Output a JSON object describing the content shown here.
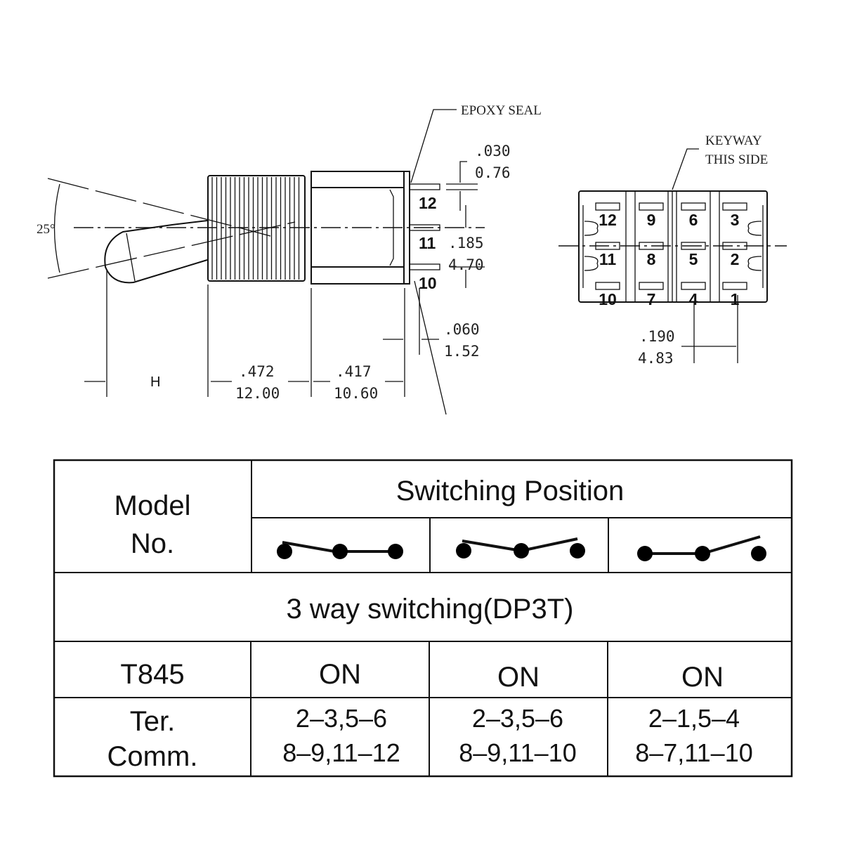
{
  "drawing": {
    "side_view": {
      "epoxy_label": "EPOXY SEAL",
      "angle": "25°",
      "h_label": "H",
      "dim_030": ".030",
      "dim_076": "0.76",
      "dim_185": ".185",
      "dim_470": "4.70",
      "dim_060": ".060",
      "dim_152": "1.52",
      "dim_472": ".472",
      "dim_1200": "12.00",
      "dim_417": ".417",
      "dim_1060": "10.60",
      "pins": [
        "12",
        "11",
        "10"
      ]
    },
    "bottom_view": {
      "keyway_line1": "KEYWAY",
      "keyway_line2": "THIS SIDE",
      "pins_top": [
        "12",
        "9",
        "6",
        "3"
      ],
      "pins_mid": [
        "11",
        "8",
        "5",
        "2"
      ],
      "pins_bot": [
        "10",
        "7",
        "4",
        "1"
      ],
      "dim_190": ".190",
      "dim_483": "4.83"
    }
  },
  "table": {
    "model_header_line1": "Model",
    "model_header_line2": "No.",
    "switching_position": "Switching Position",
    "type_row": "3 way switching(DP3T)",
    "model": "T845",
    "states": [
      "ON",
      "ON",
      "ON"
    ],
    "ter_label_line1": "Ter.",
    "ter_label_line2": "Comm.",
    "terminals": [
      [
        "2–3,5–6",
        "8–9,11–12"
      ],
      [
        "2–3,5–6",
        "8–9,11–10"
      ],
      [
        "2–1,5–4",
        "8–7,11–10"
      ]
    ]
  }
}
